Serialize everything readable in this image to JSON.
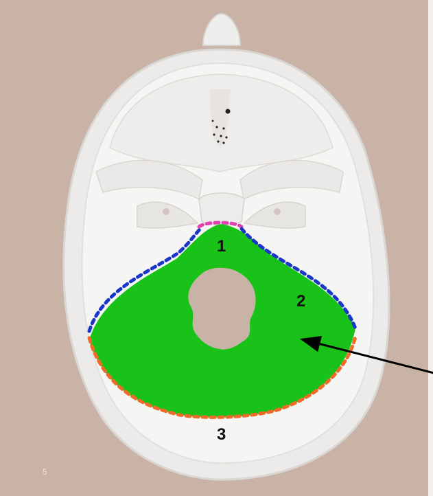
{
  "figure": {
    "background": "#c9b3a6",
    "bone_color": "#f2f1ef",
    "region_color": "#19c219",
    "page_number": "5"
  },
  "regions": [
    {
      "label": "1",
      "dot_color": "#e040b0"
    },
    {
      "label": "2",
      "dot_color": "#1a36c8"
    },
    {
      "label": "3",
      "dot_color": "#f06a28"
    }
  ],
  "pointer_arrow": {
    "color": "#000000"
  }
}
